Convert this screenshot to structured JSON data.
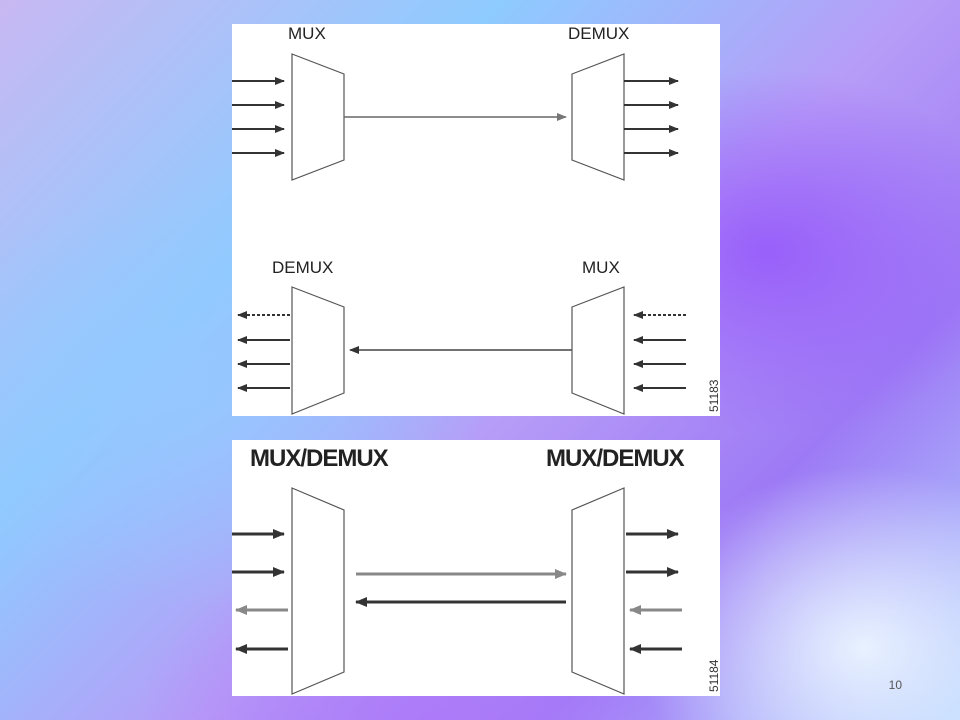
{
  "diagram_top": {
    "tx_label_1": "MUX",
    "rx_label_1": "DEMUX",
    "tx_label_2": "DEMUX",
    "rx_label_2": "MUX",
    "figure_id": "51183"
  },
  "diagram_bottom": {
    "left_label": "MUX/DEMUX",
    "right_label": "MUX/DEMUX",
    "figure_id": "51184"
  },
  "slide": {
    "page_number": "10"
  },
  "colors": {
    "line": "#555555",
    "arrow_dark": "#333333",
    "arrow_gray": "#888888"
  }
}
